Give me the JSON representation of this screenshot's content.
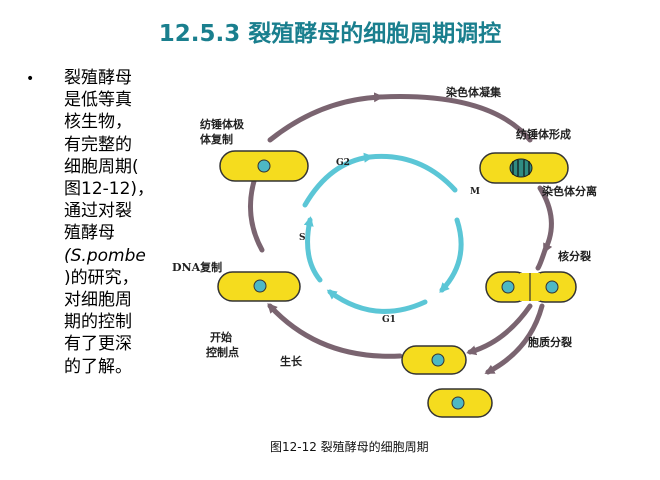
{
  "title": "12.5.3 裂殖酵母的细胞周期调控",
  "bullet": {
    "lines": [
      "裂殖酵母",
      "是低等真",
      "核生物，",
      "有完整的",
      "细胞周期(",
      "图12-12)，",
      "通过对裂",
      "殖酵母",
      "(S.pombe",
      ")的研究，",
      "对细胞周",
      "期的控制",
      "有了更深",
      "的了解。"
    ]
  },
  "figure": {
    "stages": {
      "spindle_pole_dup_line1": "纺锤体极",
      "spindle_pole_dup_line2": "体复制",
      "chromosome_condense": "染色体凝集",
      "spindle_form": "纺锤体形成",
      "chromosome_separate": "染色体分离",
      "nuclear_division": "核分裂",
      "dna_replication": "DNA复制",
      "start_line1": "开始",
      "start_line2": "控制点",
      "growth": "生长",
      "cytokinesis": "胞质分裂"
    },
    "phases": {
      "g2": "G2",
      "m": "M",
      "s": "S",
      "g1": "G1"
    },
    "caption": "图12-12 裂殖酵母的细胞周期"
  },
  "colors": {
    "title": "#1a7f8e",
    "cell_fill": "#f5dc1e",
    "nucleus_fill": "#4db8c4",
    "inner_cycle": "#5bc6d6",
    "outer_cycle": "#7a6470"
  }
}
